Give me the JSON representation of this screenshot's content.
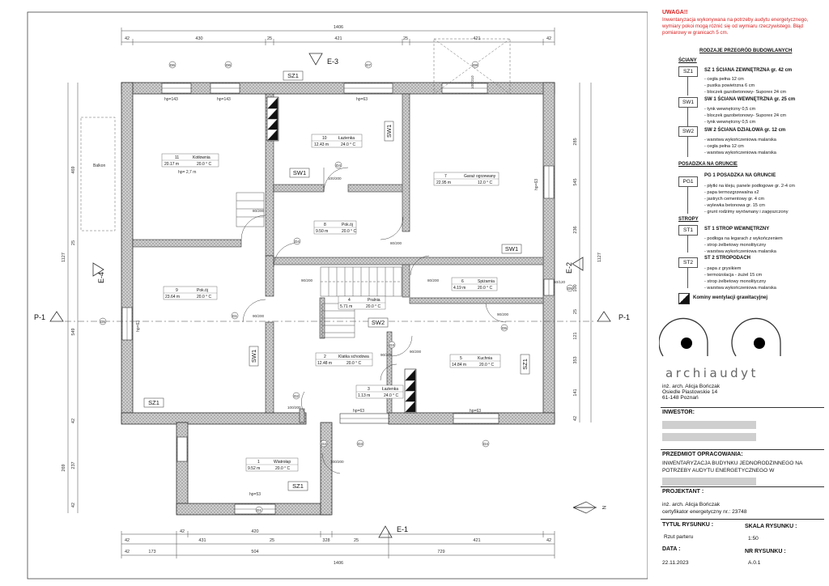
{
  "warning": {
    "title": "UWAGA!!",
    "text": "Inwentaryzacja wykonywana na potrzeby audytu energetycznego, wymiary pokoi mogą różnić się od wymiaru rzeczywistego. Błąd pomiarowy w granicach 5 cm."
  },
  "legend": {
    "title": "RODZAJE PRZEGRÓD BUDOWLANYCH",
    "walls_heading": "ŚCIANY",
    "walls": [
      {
        "code": "SZ1",
        "title": "SZ 1 ŚCIANA ZEWNĘTRZNA  gr. 42 cm",
        "layers": [
          "- cegła pełna 12 cm",
          "- pustka powietrzna  6 cm",
          "- bloczek gazobetonowy- Suporex 24 cm"
        ]
      },
      {
        "code": "SW1",
        "title": "SW 1 ŚCIANA WEWNĘTRZNA  gr. 25 cm",
        "layers": [
          "- tynk wewnętrzny 0,5 cm",
          "- bloczek gazobetonowy- Suporex 24 cm",
          "- tynk wewnętrzny 0,5 cm"
        ]
      },
      {
        "code": "SW2",
        "title": "SW 2 ŚCIANA DZIAŁOWA  gr. 12 cm",
        "layers": [
          "- warstwa wykończeniowa malarska",
          "- cegła pełna 12 cm",
          "- warstwa wykończeniowa malarska"
        ]
      }
    ],
    "floor_heading": "POSADZKA NA GRUNCIE",
    "floor": {
      "code": "PG1",
      "title": "PG 1 POSADZKA NA GRUNCIE",
      "layers": [
        "- płytki na kleju, panele podłogowe gr. 2-4 cm",
        "- papa termozgrzewalna x2",
        "- jastrych cementowy gr. 4 cm",
        "- wylewka betonowa gr. 15 cm",
        "- grunt rodzimy wyrównany i zagęszczony"
      ]
    },
    "ceilings_heading": "STROPY",
    "ceilings": [
      {
        "code": "ST1",
        "title": "ST 1 STROP WEWNĘTRZNY",
        "layers": [
          "- podłoga na legarach z wykończeniem",
          "- strop żelbetowy monolityczny",
          "- warstwa wykończeniowa malarska"
        ]
      },
      {
        "code": "ST2",
        "title": "ST 2 STROPODACH",
        "layers": [
          "- papa z grysikiem",
          "- termoizolacja - żużel 15 cm",
          "- strop żelbetowy monolityczny",
          "- warstwa wykończeniowa malarska"
        ]
      }
    ],
    "chimney_label": "Kominy wentylacji grawitacyjnej"
  },
  "company": {
    "logo_text": "archiaudyt",
    "name": "inż. arch. Alicja Bończak",
    "address1": "Osiedle Piastowskie 14",
    "address2": "61-148 Poznań"
  },
  "title_block": {
    "investor_label": "INWESTOR:",
    "subject_label": "PRZEDMIOT OPRACOWANIA:",
    "subject_text": "INWENTARYZACJA BUDYNKU JEDNORODZINNEGO NA POTRZEBY AUDYTU ENERGETYCZNEGO W",
    "designer_label": "PROJEKTANT :",
    "designer_name": "inż. arch. Alicja Bończak",
    "designer_cert": "certyfikator energetyczny nr.: 23748",
    "drawing_title_label": "TYTUŁ RYSUNKU :",
    "drawing_title": "Rzut parteru",
    "scale_label": "SKALA RYSUNKU :",
    "scale": "1:50",
    "date_label": "DATA :",
    "date": "22.11.2023",
    "number_label": "NR RYSUNKU :",
    "number": "A.0.1"
  },
  "plan": {
    "dims_top_total": "1406",
    "dims_top": [
      "42",
      "430",
      "25",
      "421",
      "25",
      "421",
      "42"
    ],
    "dims_bottom1": [
      "42",
      "431",
      "25",
      "328",
      "25",
      "421",
      "42"
    ],
    "dims_bottom1b": "420",
    "dims_bottom2": [
      "42",
      "173",
      "504",
      "729"
    ],
    "dims_bottom_total": "1406",
    "dims_left": [
      "469",
      "25",
      "1127",
      "549",
      "42",
      "269",
      "237",
      "42"
    ],
    "dims_right": [
      "285",
      "545",
      "236",
      "100",
      "25",
      "121",
      "353",
      "141",
      "42",
      "1127"
    ],
    "sections": {
      "e3": "E-3",
      "e1": "E-1",
      "e4": "E-4",
      "e2": "E-2",
      "p1l": "P-1",
      "p1r": "P-1"
    },
    "wall_tags": [
      "SZ1",
      "SW1",
      "SW1",
      "SW1",
      "SW1",
      "SW2",
      "SZ1",
      "SZ1",
      "SZ1"
    ],
    "balcony": "Balkon",
    "north": "N",
    "sill_heights": [
      "hp=143",
      "hp=143",
      "hp=63",
      "hp=63",
      "hp=63",
      "hp=63",
      "hp=63",
      "hp=53",
      "hp= 2,7 m"
    ],
    "rooms": [
      {
        "no": "11",
        "name": "Kotłownia",
        "area": "20.17 m",
        "temp": "20.0 ° C"
      },
      {
        "no": "10",
        "name": "Łazienka",
        "area": "12.43 m",
        "temp": "24.0 ° C"
      },
      {
        "no": "7",
        "name": "Garaż ogrzewany",
        "area": "22.95 m",
        "temp": "12.0 ° C"
      },
      {
        "no": "8",
        "name": "Pok.ój",
        "area": "9.50 m",
        "temp": "20.0 ° C"
      },
      {
        "no": "9",
        "name": "Pok.ój",
        "area": "23.64 m",
        "temp": "20.0 ° C"
      },
      {
        "no": "6",
        "name": "Spiżarnia",
        "area": "4.19 m",
        "temp": "20.0 ° C"
      },
      {
        "no": "4",
        "name": "Pralnia",
        "area": "5.71 m",
        "temp": "20.0 ° C"
      },
      {
        "no": "2",
        "name": "Klatka schodowa",
        "area": "12.48 m",
        "temp": "20.0 ° C"
      },
      {
        "no": "5",
        "name": "Kuchnia",
        "area": "14.84 m",
        "temp": "20.0 ° C"
      },
      {
        "no": "3",
        "name": "Łazienka",
        "area": "1.13 m",
        "temp": "24.0 ° C"
      },
      {
        "no": "1",
        "name": "Wiatrołap",
        "area": "9.52 m",
        "temp": "20.0 ° C"
      }
    ],
    "openings": [
      "D4",
      "D4",
      "D5",
      "D6",
      "D6",
      "D7",
      "D8",
      "D1",
      "D2",
      "D3",
      "D2",
      "D3",
      "D5",
      "D4",
      "D5",
      "D1"
    ],
    "door_dims": [
      "100/200",
      "80/200",
      "90/200",
      "80/200",
      "90/200",
      "90/200",
      "100/200",
      "90/200",
      "80/200",
      "100/210",
      "100/200",
      "60/120",
      "90/200"
    ]
  }
}
